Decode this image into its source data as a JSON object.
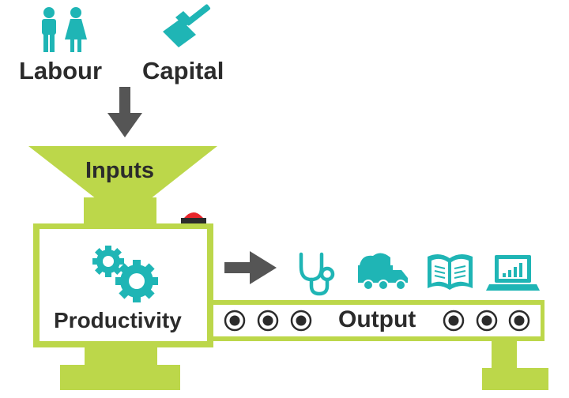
{
  "inputs": {
    "labour": {
      "label": "Labour",
      "icon": "people-icon"
    },
    "capital": {
      "label": "Capital",
      "icon": "hammer-icon"
    }
  },
  "hopper": {
    "label": "Inputs"
  },
  "machine": {
    "label": "Productivity",
    "icon": "gears-icon"
  },
  "conveyor": {
    "label": "Output"
  },
  "outputs": [
    {
      "icon": "stethoscope-icon"
    },
    {
      "icon": "dump-truck-icon"
    },
    {
      "icon": "open-book-icon"
    },
    {
      "icon": "laptop-chart-icon"
    }
  ],
  "colors": {
    "lime": "#bcd74a",
    "teal": "#1fb5b5",
    "arrow": "#555555",
    "text": "#2b2b2b",
    "button": "#e8252b"
  }
}
